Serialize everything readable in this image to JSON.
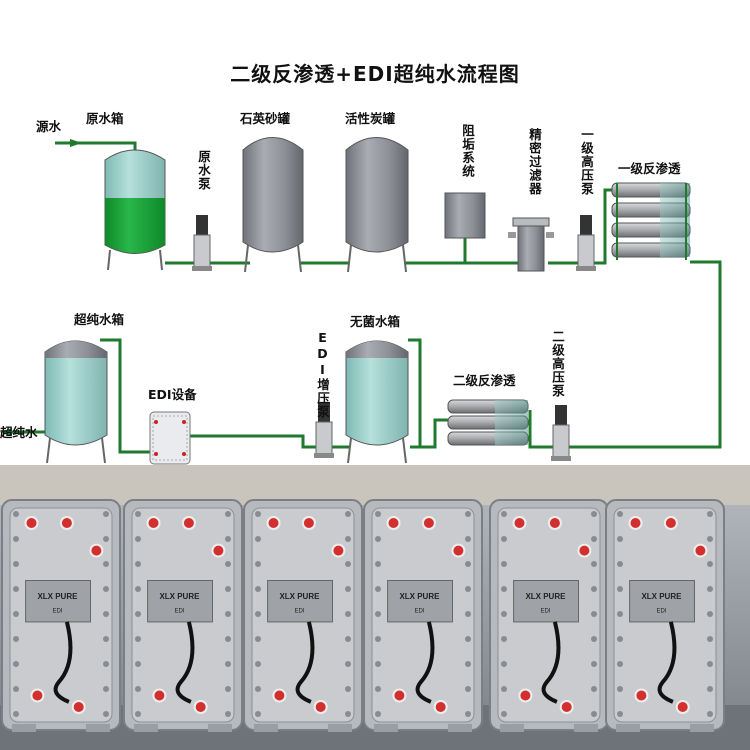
{
  "title": "二级反渗透+EDI超纯水流程图",
  "labels": {
    "source_water": "源水",
    "raw_tank": "原水箱",
    "raw_pump": "原水泵",
    "sand_tank": "石英砂罐",
    "carbon_tank": "活性炭罐",
    "antiscalant": "阻垢系统",
    "precision_filter": "精密过滤器",
    "hp_pump_1": "一级高压泵",
    "ro_1": "一级反渗透",
    "ultra_tank": "超纯水箱",
    "sterile_tank": "无菌水箱",
    "edi_booster": "EDI增压泵",
    "edi_unit": "EDI设备",
    "ro_2": "二级反渗透",
    "hp_pump_2": "二级高压泵",
    "ultra_water": "超纯水"
  },
  "photo": {
    "brand": "XLX PURE",
    "model": "EDI",
    "module_count": 6
  },
  "colors": {
    "pipe": "#1f7a2e",
    "tank": "#8a8d93",
    "tank_water": "#9fd4d0",
    "raw_water": "#1aa83a"
  }
}
